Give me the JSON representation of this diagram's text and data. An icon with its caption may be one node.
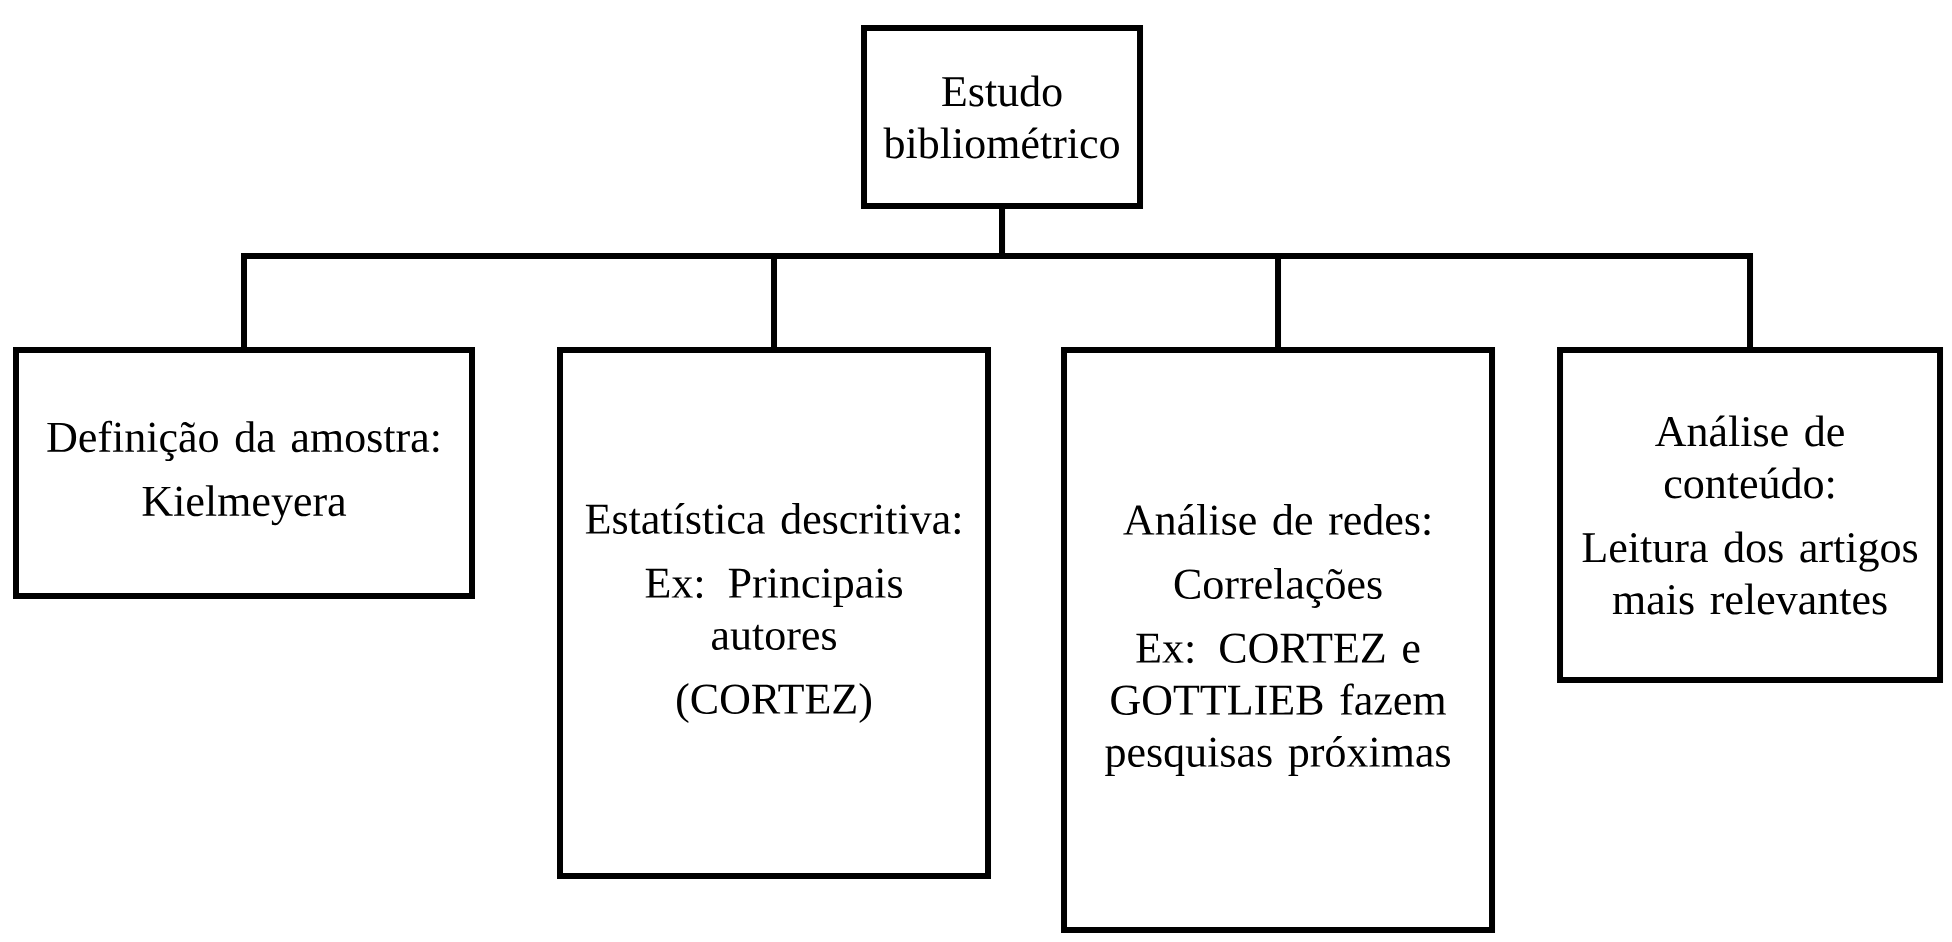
{
  "diagram": {
    "nodes": [
      {
        "text": [
          "Estudo bibliométrico"
        ]
      },
      {
        "text": [
          "Definição da amostra:",
          "Kielmeyera"
        ]
      },
      {
        "text": [
          "Estatística descritiva:",
          "Ex: Principais autores",
          "(CORTEZ)"
        ]
      },
      {
        "text": [
          "Análise de redes:",
          "Correlações",
          "Ex: CORTEZ e GOTTLIEB fazem pesquisas próximas"
        ]
      },
      {
        "text": [
          "Análise de conteúdo:",
          "Leitura dos artigos mais relevantes"
        ]
      }
    ],
    "edges": [
      {
        "from": 0,
        "to": 1,
        "arrow": "none"
      },
      {
        "from": 0,
        "to": 2,
        "arrow": "none"
      },
      {
        "from": 0,
        "to": 3,
        "arrow": "none"
      },
      {
        "from": 0,
        "to": 4,
        "arrow": "none"
      }
    ]
  }
}
